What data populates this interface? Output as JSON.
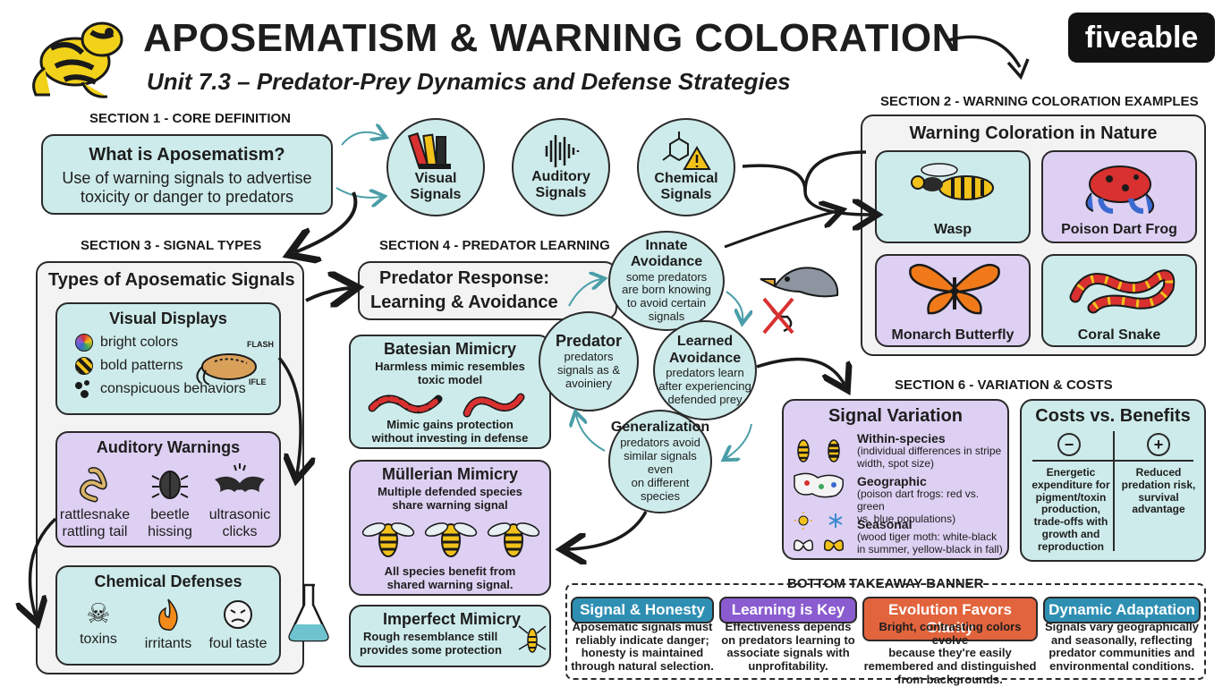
{
  "header": {
    "title": "APOSEMATISM & WARNING COLORATION",
    "subtitle": "Unit 7.3 – Predator-Prey Dynamics and Defense Strategies",
    "logo": "fiveable"
  },
  "section1": {
    "label": "SECTION 1 - CORE DEFINITION",
    "title": "What is Aposematism?",
    "body1": "Use of warning signals to advertise",
    "body2": "toxicity or danger to predators"
  },
  "signal_circles": [
    {
      "line1": "Visual",
      "line2": "Signals",
      "icon": "color-swatch-icon"
    },
    {
      "line1": "Auditory",
      "line2": "Signals",
      "icon": "soundwave-icon"
    },
    {
      "line1": "Chemical",
      "line2": "Signals",
      "icon": "chemical-warning-icon"
    }
  ],
  "section2": {
    "label": "SECTION 2 - WARNING COLORATION EXAMPLES",
    "title": "Warning Coloration in Nature",
    "examples": [
      "Wasp",
      "Poison Dart Frog",
      "Monarch Butterfly",
      "Coral Snake"
    ]
  },
  "section3": {
    "label": "SECTION 3 - SIGNAL TYPES",
    "title": "Types of Aposematic Signals",
    "visual": {
      "title": "Visual Displays",
      "items": [
        "bright colors",
        "bold patterns",
        "conspicuous behaviors"
      ],
      "flash1": "FLASH",
      "flash2": "IFLE"
    },
    "auditory": {
      "title": "Auditory Warnings",
      "items": [
        {
          "l1": "rattlesnake",
          "l2": "rattling tail"
        },
        {
          "l1": "beetle",
          "l2": "hissing"
        },
        {
          "l1": "ultrasonic",
          "l2": "clicks"
        }
      ]
    },
    "chemical": {
      "title": "Chemical Defenses",
      "items": [
        "toxins",
        "irritants",
        "foul taste"
      ]
    }
  },
  "section4": {
    "label": "SECTION 4 - PREDATOR LEARNING",
    "response_title1": "Predator Response:",
    "response_title2": "Learning & Avoidance",
    "batesian": {
      "title": "Batesian Mimicry",
      "l1": "Harmless mimic resembles",
      "l2": "toxic model",
      "l3": "Mimic gains protection",
      "l4": "without investing in defense"
    },
    "mullerian": {
      "title": "Müllerian Mimicry",
      "l1": "Multiple defended species",
      "l2": "share warning signal",
      "l3": "All species benefit from",
      "l4": "shared warning signal."
    },
    "imperfect": {
      "title": "Imperfect Mimicry",
      "l1": "Rough resemblance still",
      "l2": "provides some protection"
    },
    "cycle": {
      "innate": {
        "title1": "Innate",
        "title2": "Avoidance",
        "l1": "some predators",
        "l2": "are born knowing",
        "l3": "to avoid certain",
        "l4": "signals"
      },
      "predator": {
        "title": "Predator",
        "l1": "predators",
        "l2": "signals as &",
        "l3": "avoiniery"
      },
      "learned": {
        "title1": "Learned",
        "title2": "Avoidance",
        "l1": "predators learn",
        "l2": "after experiencing",
        "l3": "defended prey"
      },
      "generalization": {
        "title": "Generalization",
        "l1": "predators avoid",
        "l2": "similar signals even",
        "l3": "on different species"
      }
    }
  },
  "section6": {
    "label": "SECTION 6 - VARIATION & COSTS",
    "variation": {
      "title": "Signal Variation",
      "items": [
        {
          "t": "Within-species",
          "d1": "(individual differences in stripe",
          "d2": "width, spot size)"
        },
        {
          "t": "Geographic",
          "d1": "(poison dart frogs: red vs. green",
          "d2": "vs. blue populations)"
        },
        {
          "t": "Seasonal",
          "d1": "(wood tiger moth: white-black",
          "d2": "in summer, yellow-black in fall)"
        }
      ]
    },
    "costs": {
      "title": "Costs vs. Benefits",
      "minus": "−",
      "plus": "+",
      "cost_lines": [
        "Energetic",
        "expenditure for",
        "pigment/toxin",
        "production,",
        "trade-offs with",
        "growth and",
        "reproduction"
      ],
      "benefit_lines": [
        "Reduced",
        "predation risk,",
        "survival",
        "advantage"
      ]
    }
  },
  "banner": {
    "label": "BOTTOM TAKEAWAY BANNER",
    "cards": [
      {
        "title": "Signal & Honesty",
        "color": "#2e8fb3",
        "l1": "Aposematic signals must",
        "l2": "reliably indicate danger;",
        "l3": "honesty is maintained",
        "l4": "through natural selection."
      },
      {
        "title": "Learning is Key",
        "color": "#8a5cd0",
        "l1": "Effectiveness depends",
        "l2": "on predators learning to",
        "l3": "associate signals with",
        "l4": "unprofitability."
      },
      {
        "title": "Evolution Favors Clarity",
        "color": "#e2643d",
        "l1": "Bright, contrasting colors evolve",
        "l2": "because they're easily",
        "l3": "remembered and distinguished",
        "l4": "from backgrounds."
      },
      {
        "title": "Dynamic Adaptation",
        "color": "#2e8fb3",
        "l1": "Signals vary geographically",
        "l2": "and seasonally, reflecting",
        "l3": "predator communities and",
        "l4": "environmental conditions."
      }
    ]
  }
}
